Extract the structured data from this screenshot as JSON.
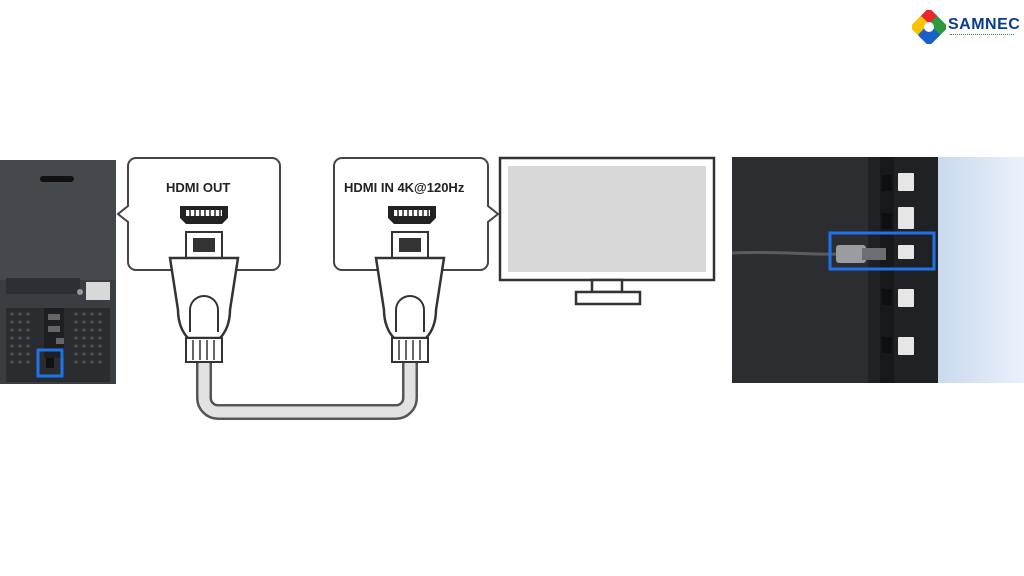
{
  "brand": {
    "name": "SAMNEC",
    "colors": {
      "red": "#e8262b",
      "yellow": "#f7c300",
      "green": "#2a9a3a",
      "blue": "#1b5fc8",
      "text": "#0a3d91"
    }
  },
  "callouts": {
    "source_label": "HDMI OUT",
    "sink_label": "HDMI IN 4K@120Hz"
  },
  "highlight_color": "#1e73e8",
  "icons": [
    "game-console",
    "hdmi-port-icon",
    "hdmi-cable",
    "monitor-icon",
    "tv-rear-panel-photo",
    "samnec-logo"
  ]
}
